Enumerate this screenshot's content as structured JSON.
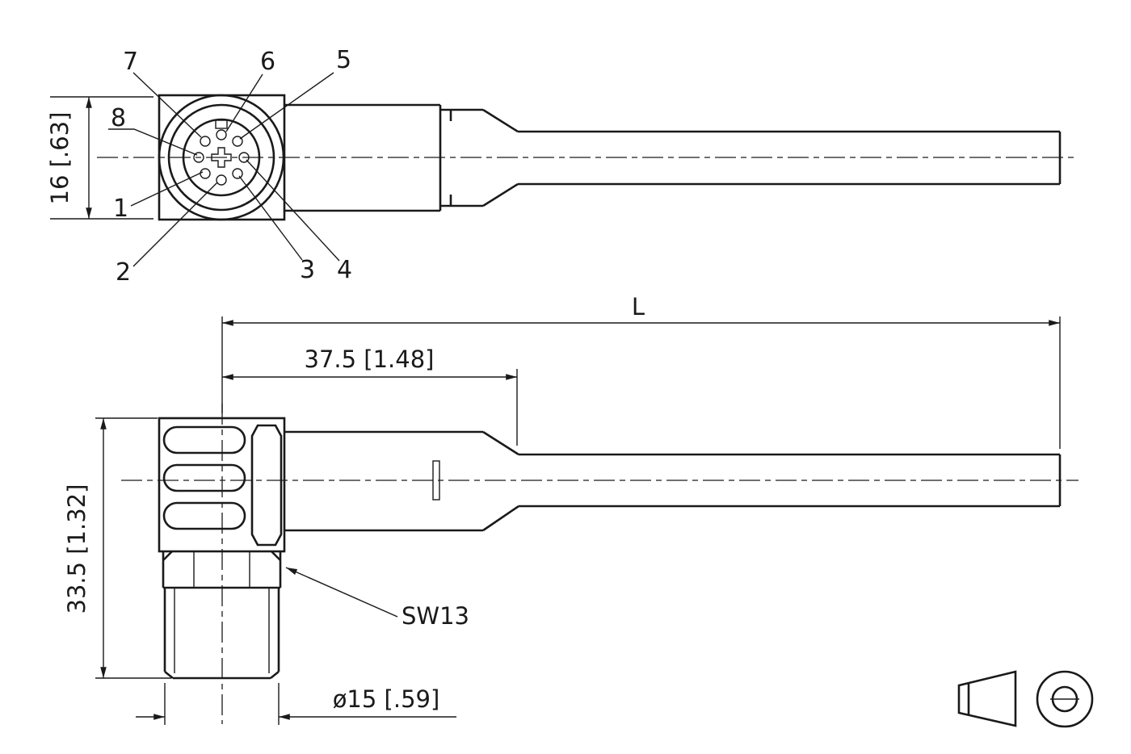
{
  "page": {
    "background": "#ffffff",
    "line_color": "#1a1a1a"
  },
  "face_view": {
    "pin_labels": [
      "1",
      "2",
      "3",
      "4",
      "5",
      "6",
      "7",
      "8"
    ],
    "dim_height": "16 [.63]"
  },
  "side_view": {
    "dim_total_length": "L",
    "dim_connector_length": "37.5 [1.48]",
    "dim_connector_height": "33.5 [1.32]",
    "dim_thread_diameter": "ø15 [.59]",
    "label_wrench_size": "SW13"
  }
}
